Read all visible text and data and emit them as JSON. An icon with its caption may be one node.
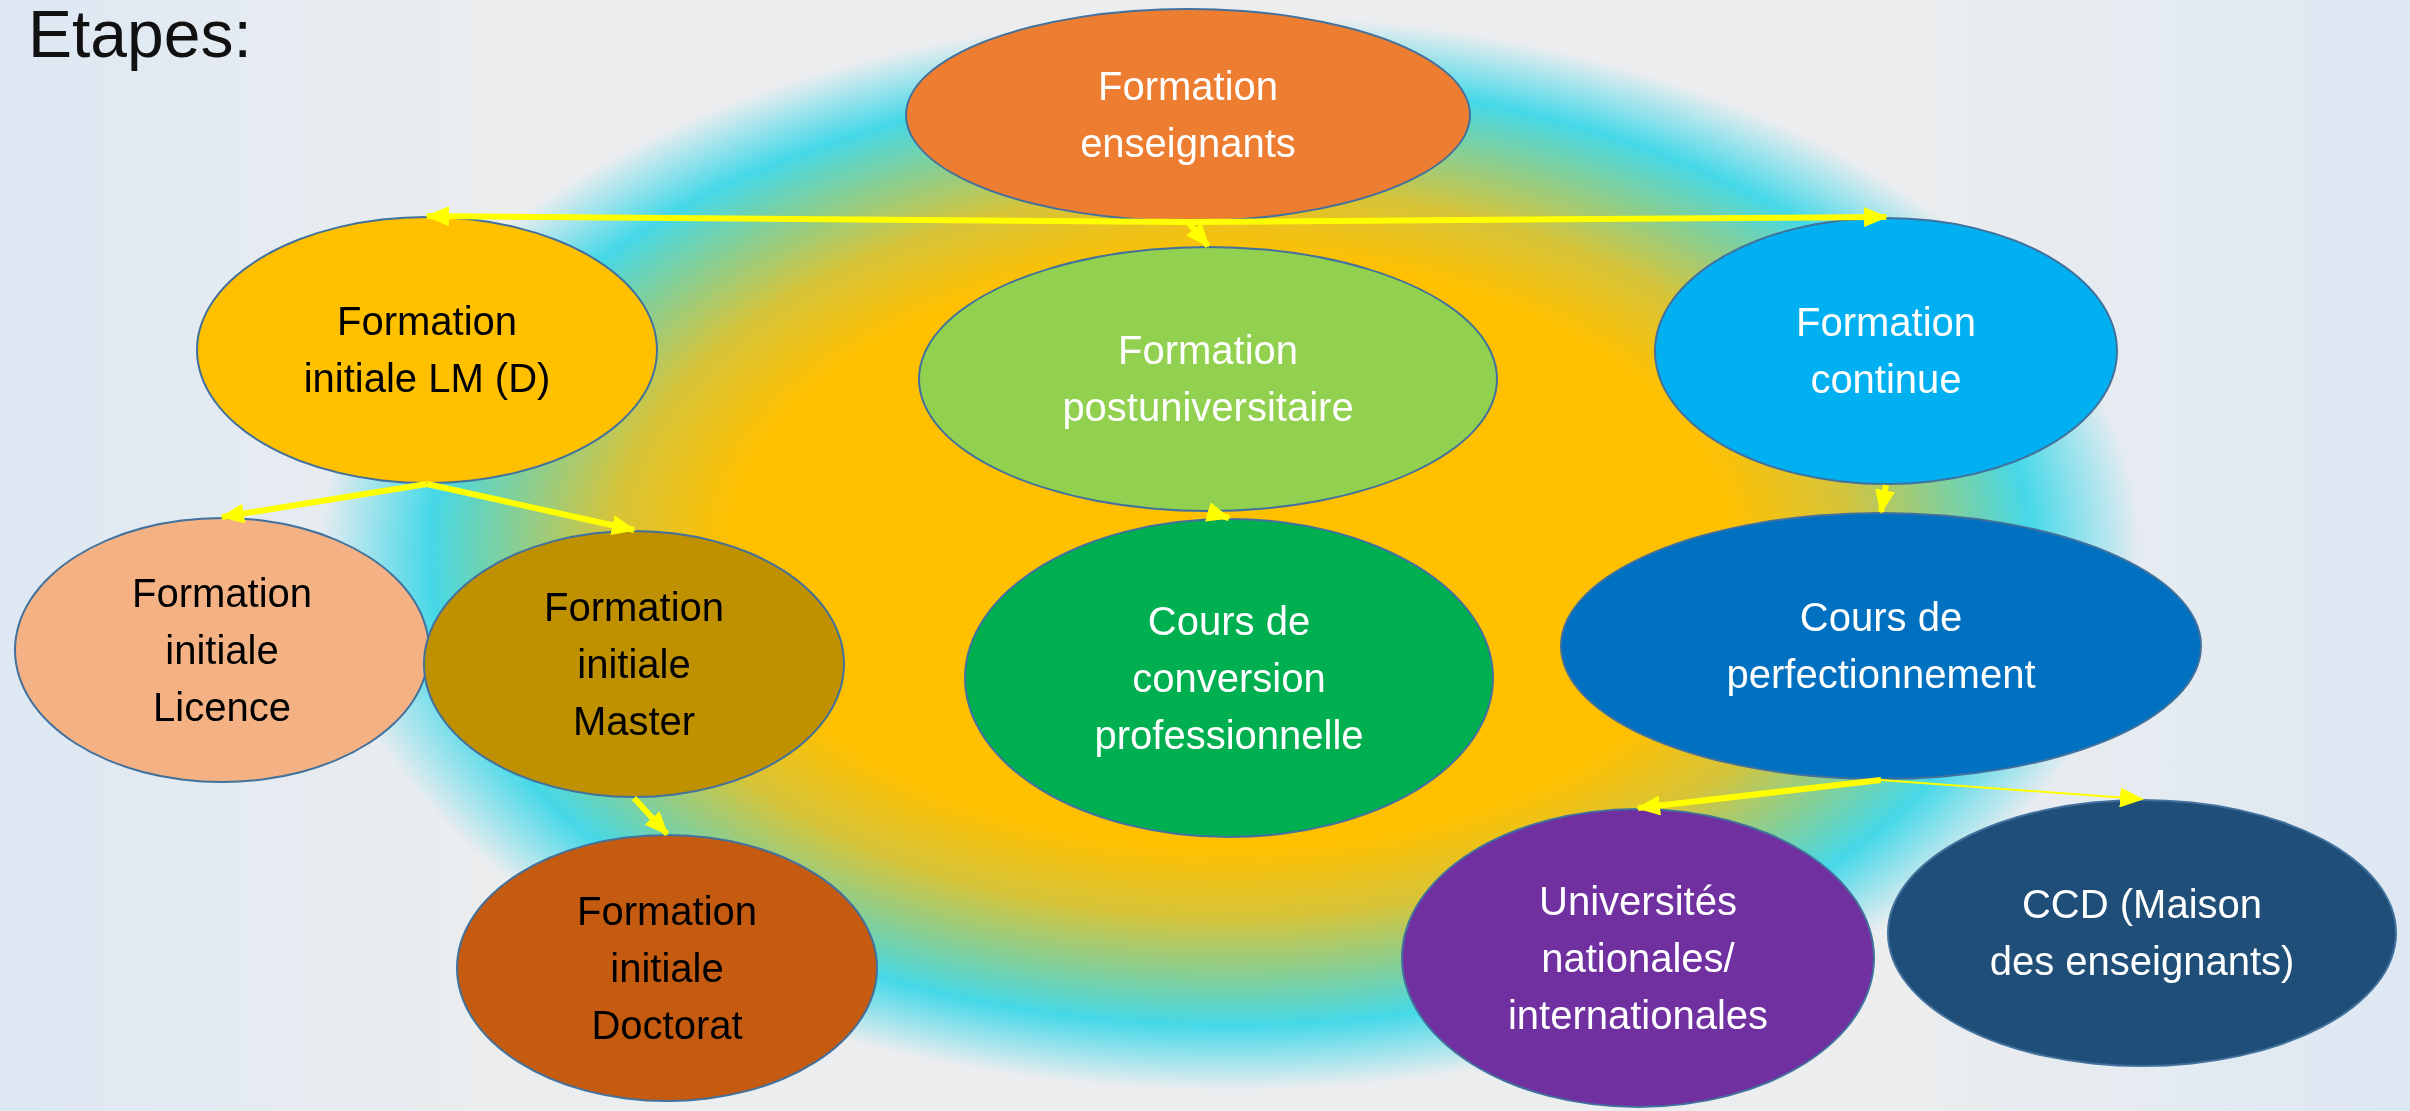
{
  "diagram": {
    "title": "Etapes:",
    "nodes": [
      {
        "text": [
          "Formation enseignants"
        ]
      },
      {
        "text": [
          "Formation initiale LM (D)"
        ]
      },
      {
        "text": [
          "Formation postuniversitaire"
        ]
      },
      {
        "text": [
          "Formation continue"
        ]
      },
      {
        "text": [
          "Formation initiale Licence"
        ]
      },
      {
        "text": [
          "Formation initiale Master"
        ]
      },
      {
        "text": [
          "Formation initiale Doctorat"
        ]
      },
      {
        "text": [
          "Cours de conversion professionnelle"
        ]
      },
      {
        "text": [
          "Cours de perfectionnement"
        ]
      },
      {
        "text": [
          "Universités nationales/ internationales"
        ]
      },
      {
        "text": [
          "CCD (Maison des enseignants)"
        ]
      }
    ],
    "edges": [
      {
        "from": 0,
        "to": 1,
        "arrow": "to"
      },
      {
        "from": 0,
        "to": 2,
        "arrow": "to"
      },
      {
        "from": 0,
        "to": 3,
        "arrow": "to"
      },
      {
        "from": 1,
        "to": 4,
        "arrow": "to"
      },
      {
        "from": 1,
        "to": 5,
        "arrow": "to"
      },
      {
        "from": 5,
        "to": 6,
        "arrow": "to"
      },
      {
        "from": 2,
        "to": 7,
        "arrow": "to"
      },
      {
        "from": 3,
        "to": 8,
        "arrow": "to"
      },
      {
        "from": 8,
        "to": 9,
        "arrow": "to"
      },
      {
        "from": 8,
        "to": 10,
        "arrow": "to"
      }
    ]
  }
}
